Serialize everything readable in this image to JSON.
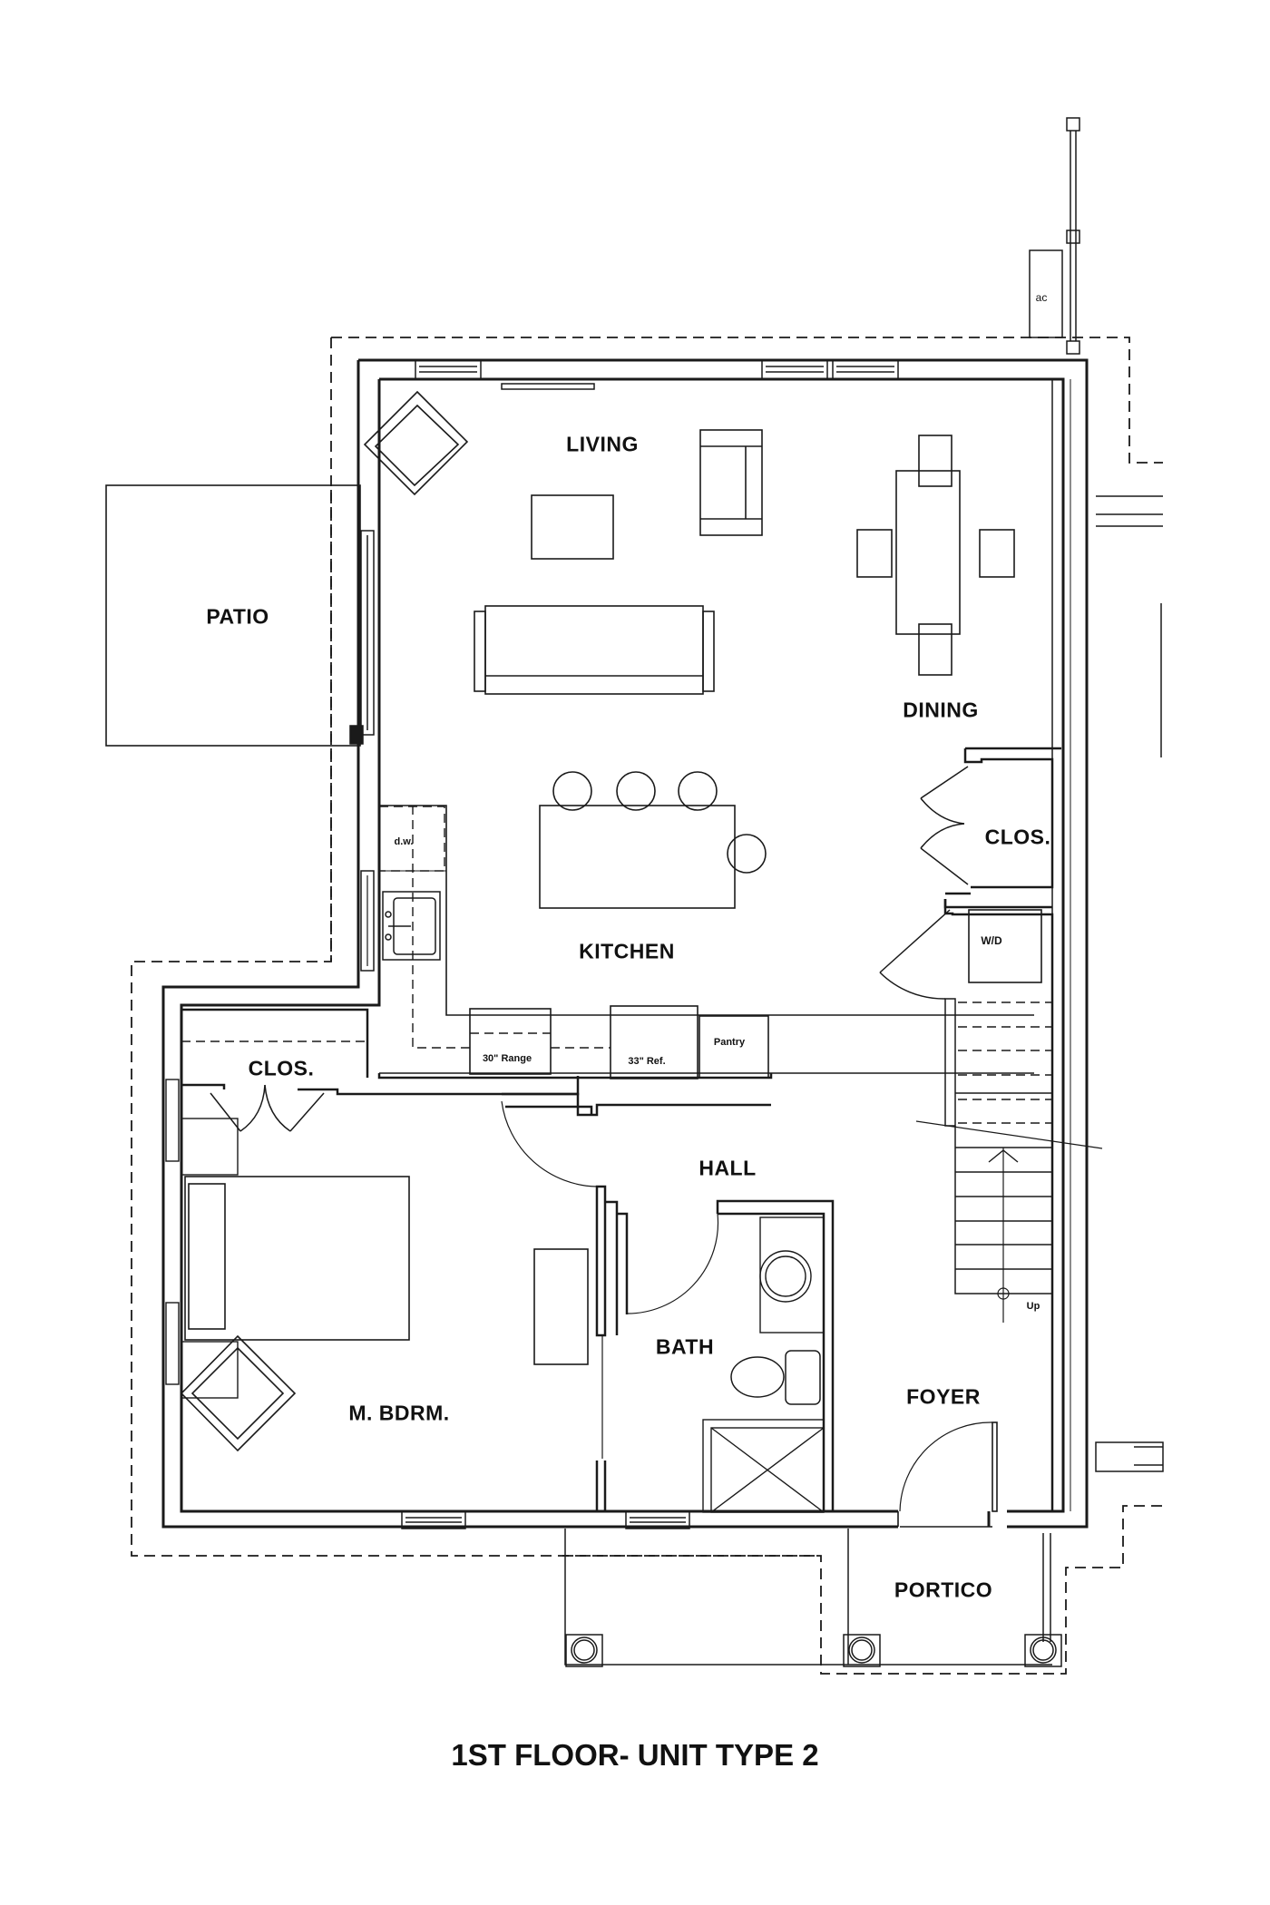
{
  "title": "1ST FLOOR- UNIT TYPE 2",
  "colors": {
    "line": "#1a1a1a",
    "wall_fill": "#ffffff",
    "background": "#ffffff",
    "dashed": "#333333"
  },
  "rooms": {
    "living": "LIVING",
    "dining": "DINING",
    "patio": "PATIO",
    "kitchen": "KITCHEN",
    "closet_dining": "CLOS.",
    "closet_bedroom": "CLOS.",
    "hall": "HALL",
    "bath": "BATH",
    "master_bedroom": "M. BDRM.",
    "foyer": "FOYER",
    "portico": "PORTICO"
  },
  "fixtures": {
    "ac": "ac",
    "dishwasher": "d.w.",
    "range": "30\" Range",
    "refrigerator": "33\" Ref.",
    "pantry": "Pantry",
    "washer_dryer": "W/D",
    "stair_direction": "Up"
  }
}
